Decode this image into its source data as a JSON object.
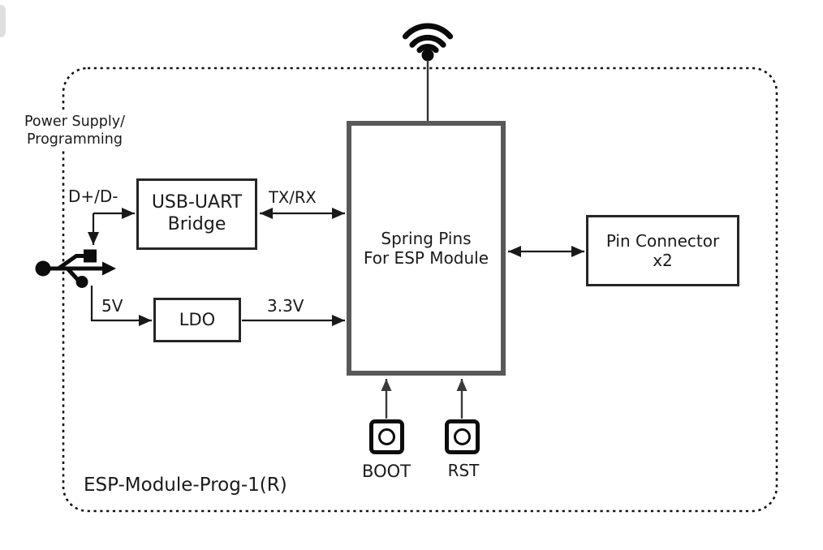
{
  "diagram": {
    "board_label": "ESP-Module-Prog-1(R)",
    "external_label": {
      "line1": "Power Supply/",
      "line2": "Programming"
    },
    "blocks": {
      "usb_uart_bridge": {
        "line1": "USB-UART",
        "line2": "Bridge"
      },
      "ldo": {
        "label": "LDO"
      },
      "spring_pins": {
        "line1": "Spring Pins",
        "line2": "For ESP Module"
      },
      "pin_connector": {
        "line1": "Pin Connector",
        "line2": "x2"
      }
    },
    "wires": {
      "usb_data": "D+/D-",
      "uart": "TX/RX",
      "supply_5v": "5V",
      "supply_3v3": "3.3V"
    },
    "buttons": {
      "boot": "BOOT",
      "rst": "RST"
    },
    "icons": {
      "antenna": "wifi-antenna-icon",
      "usb": "usb-connector-icon",
      "boot": "boot-pushbutton-icon",
      "rst": "rst-pushbutton-icon"
    },
    "colors": {
      "line": "#1a1a1a",
      "box_border": "#262626",
      "module_border": "#595959",
      "dashed_border": "#111111",
      "button_arrow": "#3a3a3a",
      "background": "#ffffff"
    }
  }
}
